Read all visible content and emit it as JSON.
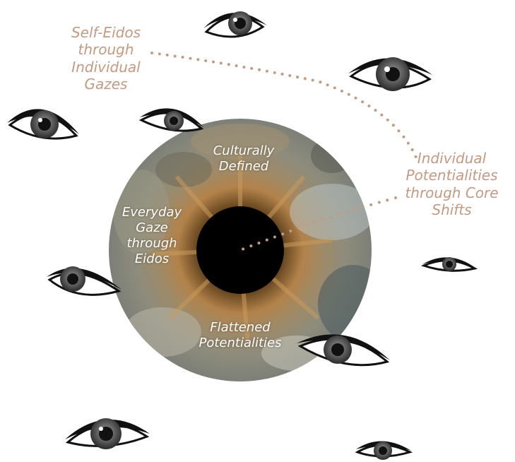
{
  "labels": {
    "self_eidos": [
      "Self-Eidos",
      "through",
      "Individual",
      "Gazes"
    ],
    "individual_potentialities": [
      "Individual",
      "Potentialities",
      "through Core",
      "Shifts"
    ],
    "culturally_defined": [
      "Culturally",
      "Defined"
    ],
    "everyday_gaze": [
      "Everyday",
      "Gaze",
      "through",
      "Eidos"
    ],
    "flattened_potentialities": [
      "Flattened",
      "Potentialities"
    ]
  },
  "colors": {
    "accent_text": "#c49a82",
    "dotted_line": "#c49a82",
    "iris_base": "#8a8574",
    "iris_inner": "#a97a44",
    "pupil": "#000000",
    "eye_ink": "#111111"
  },
  "icons": {
    "central_iris": "iris-icon",
    "surrounding_eyes": "eye-icon"
  }
}
